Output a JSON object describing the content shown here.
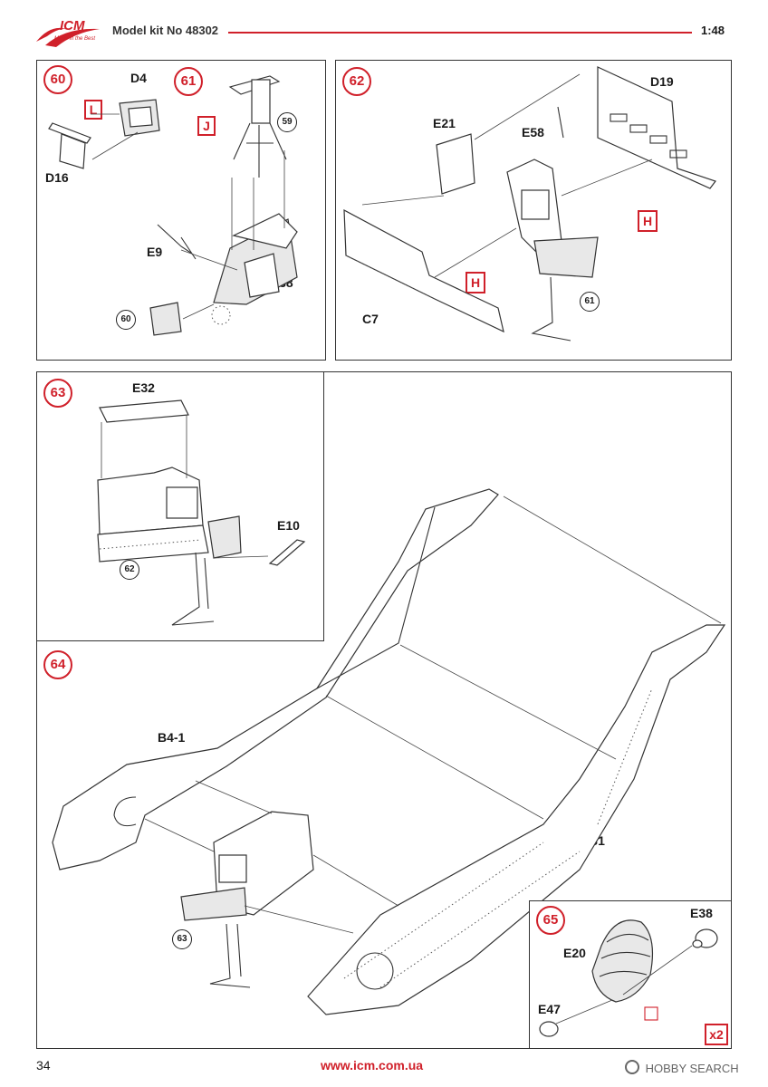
{
  "header": {
    "logo_text": "ICM",
    "logo_tagline": "Made in the Best",
    "title": "Model kit No 48302",
    "scale": "1:48"
  },
  "steps": {
    "s60": {
      "number": "60",
      "labels": {
        "d4": "D4",
        "d16": "D16",
        "l": "L"
      }
    },
    "s61": {
      "number": "61",
      "labels": {
        "j": "J",
        "ref59": "59",
        "e9": "E9",
        "d38": "D38",
        "ref60": "60"
      }
    },
    "s62": {
      "number": "62",
      "labels": {
        "d19": "D19",
        "e21": "E21",
        "e58": "E58",
        "h1": "H",
        "h2": "H",
        "c7": "C7",
        "ref61": "61"
      }
    },
    "s63": {
      "number": "63",
      "labels": {
        "e32": "E32",
        "e10": "E10",
        "ref62": "62"
      }
    },
    "s64": {
      "number": "64",
      "labels": {
        "b41": "B4-1",
        "b1": "B1",
        "ref63": "63"
      }
    },
    "s65": {
      "number": "65",
      "labels": {
        "e38": "E38",
        "e20": "E20",
        "e47": "E47",
        "x2": "x2"
      }
    }
  },
  "footer": {
    "page_number": "34",
    "url": "www.icm.com.ua",
    "watermark": "HOBBY SEARCH"
  },
  "colors": {
    "accent": "#d0202a",
    "line": "#333333"
  }
}
